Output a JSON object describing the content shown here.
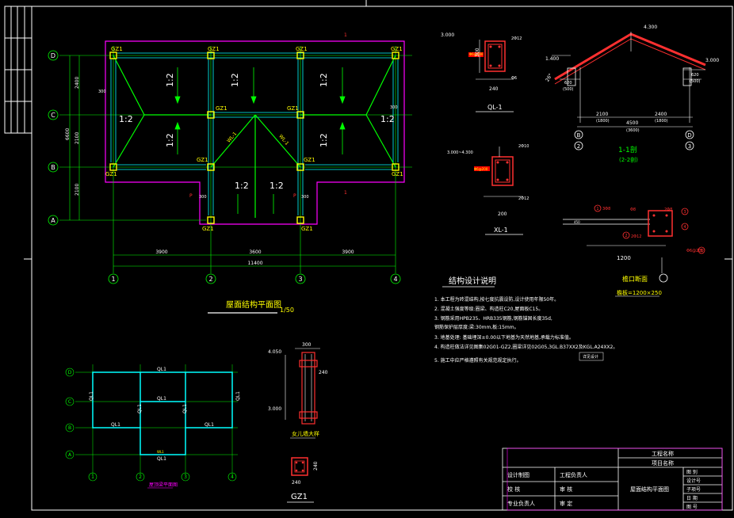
{
  "colors": {
    "background": "#000000",
    "frame": "#ffffff",
    "axis": "#00ff00",
    "beam": "#00ffff",
    "column": "#ffff00",
    "ridge": "#00ff00",
    "wall": "#ff00ff",
    "rebar": "#ff0000"
  },
  "plan": {
    "title": "屋面结构平面图",
    "scale": "1/50",
    "axes_rows": [
      "D",
      "C",
      "B",
      "A"
    ],
    "axes_cols": [
      "1",
      "2",
      "3",
      "4"
    ],
    "dim_left": [
      "2400",
      "2100",
      "2100"
    ],
    "dim_left_total": "6600",
    "dim_bottom": [
      "3900",
      "3600",
      "3900"
    ],
    "dim_bottom_total": "11400",
    "column_tag": "GZ1",
    "slope": "1:2",
    "ridge_tag": "WL-1",
    "small_dim": "300",
    "marker": "P",
    "cut_mark": "1"
  },
  "ql1": {
    "label": "QL-1",
    "width": "240",
    "height": "300",
    "top_tag": "2Φ12",
    "stirrup": "Φ6@200",
    "side_tag": "Φ6",
    "elev": "3.000"
  },
  "xl1": {
    "label": "XL-1",
    "width": "200",
    "elev": "3.000~4.300",
    "top_tag": "2Φ10",
    "stirrup": "Φ6@200",
    "side_tag": "2Φ12"
  },
  "section11": {
    "label": "1-1剖",
    "sub": "(2-2剖)",
    "elev_left": "1.400",
    "elev_right": "3.000",
    "elev_top": "4.300",
    "dim_a": "2100",
    "dim_a2": "(1800)",
    "dim_b": "2400",
    "dim_b2": "(1800)",
    "total": "4500",
    "total2": "(3600)",
    "eave": "620",
    "eave2": "(500)",
    "eave_r": "620",
    "eave_r2": "(500)",
    "axis_b": "B",
    "axis_d": "D",
    "axis_2": "2",
    "axis_3": "3",
    "angle": "26°"
  },
  "eaves": {
    "label": "檐口断面",
    "note": "檐板=1200×250",
    "dim": "1200",
    "tags": [
      "3Φ8",
      "Φ8",
      "2Φ12",
      "2Φ8",
      "Φ6@200"
    ],
    "nums": [
      "1",
      "2",
      "3",
      "4",
      "5"
    ],
    "small": "450"
  },
  "notes": {
    "title": "结构设计说明",
    "items": [
      "1. 本工程为砖混结构,按七度抗震设防,设计使用年限50年。",
      "2. 混凝土强度等级:圈梁、构造柱C20,屋面板C15。",
      "3. 钢筋采用HPB235、HRB335钢筋,钢筋锚固长度35d,",
      "    钢筋保护层厚度:梁:30mm,板:15mm。",
      "3. 地基处理: 基础埋深±0.00以下地基为天然地基,承载力标准值。",
      "4. 构造柱做法详见图集02G01-GZ2,圈梁详见02G05,3GL.B37XX2及KGL.A24XX2。",
      "5. 施工中应严格遵照有关规范规定执行。"
    ],
    "detail_label": "详见设计"
  },
  "gz1": {
    "label": "GZ1",
    "subtitle": "女儿墙大样",
    "width": "240",
    "depth": "240",
    "top_elev": "4.050",
    "bot_elev": "3.000",
    "dim_top": "300",
    "dim_side": "240",
    "section_w": "240",
    "section_h": "240"
  },
  "roof_beam": {
    "title": "屋顶梁平面图",
    "axes_rows": [
      "D",
      "C",
      "B",
      "A"
    ],
    "axes_cols": [
      "1",
      "2",
      "3",
      "4"
    ],
    "beam": "QL1",
    "wl": "WL1"
  },
  "titleblock": {
    "project": "工程名称",
    "item": "项目名称",
    "drawing": "屋面结构平面图",
    "rows_left": [
      "设计制图",
      "校  核",
      "专业负责人"
    ],
    "rows_mid": [
      "工程负责人",
      "审  核",
      "审  定"
    ],
    "rows_right": [
      "图 别",
      "设计号",
      "子项号",
      "日 期",
      "图 号"
    ]
  }
}
